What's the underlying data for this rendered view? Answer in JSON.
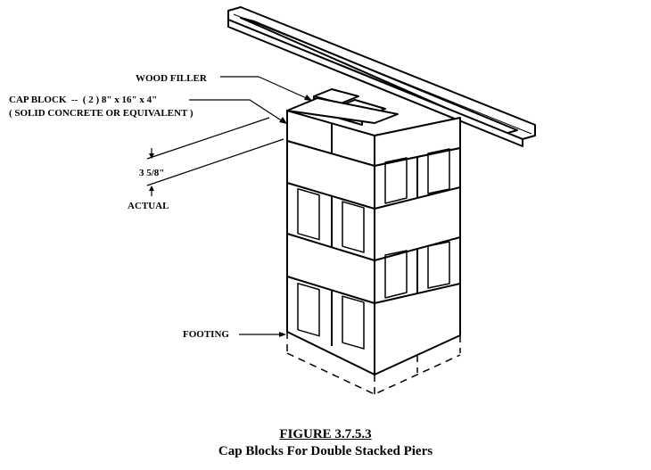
{
  "labels": {
    "wood_filler": "WOOD FILLER",
    "cap_block": "CAP BLOCK  --  ( 2 ) 8\" x 16\" x 4\"",
    "cap_block_note": "( SOLID CONCRETE OR EQUIVALENT )",
    "dimension": "3 5/8\"",
    "actual": "ACTUAL",
    "footing": "FOOTING"
  },
  "caption": {
    "figure": "FIGURE 3.7.5.3",
    "title": "Cap Blocks For Double Stacked Piers"
  }
}
